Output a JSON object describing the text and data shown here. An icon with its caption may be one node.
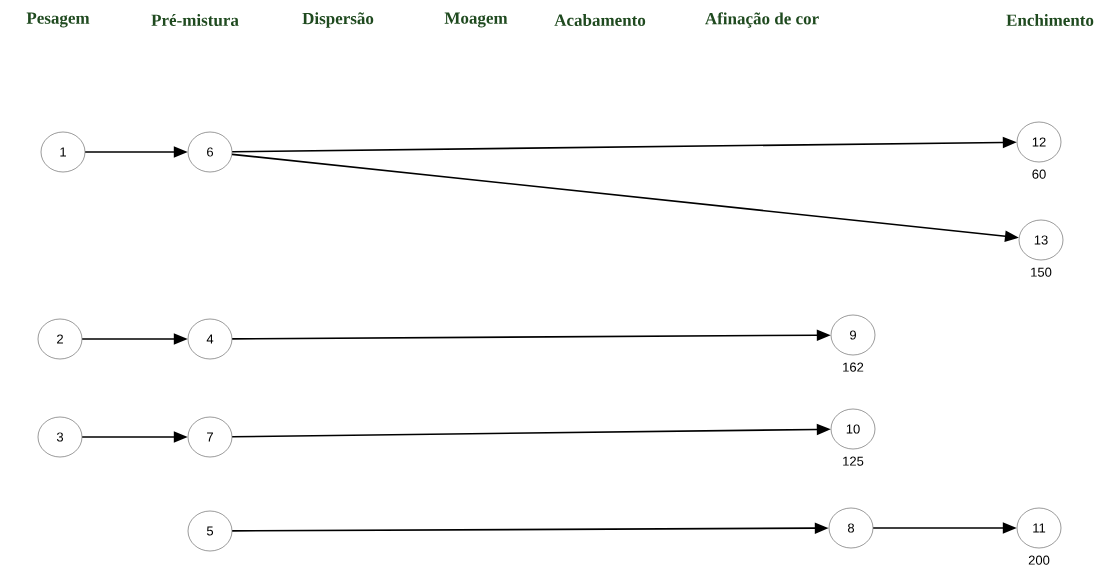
{
  "diagram": {
    "nodes": [
      {
        "text": [
          "1"
        ]
      },
      {
        "text": [
          "6"
        ]
      },
      {
        "text": [
          "12"
        ],
        "beside": [
          "60"
        ]
      },
      {
        "text": [
          "13"
        ],
        "beside": [
          "150"
        ]
      },
      {
        "text": [
          "2"
        ]
      },
      {
        "text": [
          "4"
        ]
      },
      {
        "text": [
          "9"
        ],
        "beside": [
          "162"
        ]
      },
      {
        "text": [
          "3"
        ]
      },
      {
        "text": [
          "7"
        ]
      },
      {
        "text": [
          "10"
        ],
        "beside": [
          "125"
        ]
      },
      {
        "text": [
          "5"
        ]
      },
      {
        "text": [
          "8"
        ]
      },
      {
        "text": [
          "11"
        ],
        "beside": [
          "200"
        ]
      }
    ],
    "edges": [
      {
        "from": 0,
        "to": 1,
        "arrow": "to"
      },
      {
        "from": 1,
        "to": 2,
        "arrow": "to"
      },
      {
        "from": 1,
        "to": 3,
        "arrow": "to"
      },
      {
        "from": 4,
        "to": 5,
        "arrow": "to"
      },
      {
        "from": 5,
        "to": 6,
        "arrow": "to"
      },
      {
        "from": 7,
        "to": 8,
        "arrow": "to"
      },
      {
        "from": 8,
        "to": 9,
        "arrow": "to"
      },
      {
        "from": 10,
        "to": 11,
        "arrow": "to"
      },
      {
        "from": 11,
        "to": 12,
        "arrow": "to"
      }
    ],
    "labels": [
      "Pesagem",
      "Pré-mistura",
      "Dispersão",
      "Moagem",
      "Acabamento",
      "Afinação de cor",
      "Enchimento"
    ]
  }
}
